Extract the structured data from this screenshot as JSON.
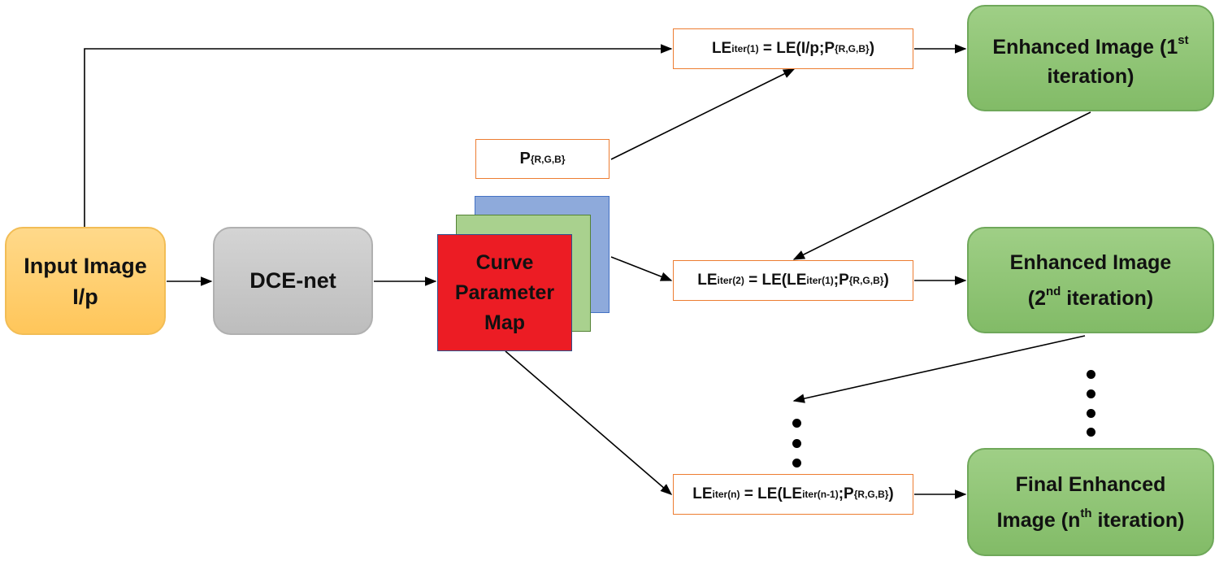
{
  "nodes": {
    "input": {
      "line1": "Input Image",
      "line2": "I/p"
    },
    "dce_net": {
      "label": "DCE-net"
    },
    "curve_map": {
      "line1": "Curve",
      "line2": "Parameter",
      "line3": "Map"
    },
    "param": {
      "base": "P",
      "sup": "{R,G,B}"
    },
    "eq_iter1": {
      "lhs": "LE",
      "lhs_sub": "iter(1)",
      "mid": " = LE(I/p;P",
      "sup": "{R,G,B}",
      "close": ")"
    },
    "eq_iter2": {
      "lhs": "LE",
      "lhs_sub": "iter(2)",
      "mid": " = LE(LE",
      "mid_sub": "iter(1)",
      "semi": ";P",
      "sup": "{R,G,B}",
      "close": ")"
    },
    "eq_itern": {
      "lhs": "LE",
      "lhs_sub": "iter(n)",
      "mid": " = LE(LE",
      "mid_sub": "iter(n-1)",
      "semi": ";P",
      "sup": "{R,G,B}",
      "close": ")"
    },
    "enh1": {
      "line1a": "Enhanced Image (1",
      "line1sup": "st",
      "line2": "iteration)"
    },
    "enh2": {
      "line1": "Enhanced Image",
      "line2a": "(2",
      "line2sup": "nd",
      "line2b": " iteration)"
    },
    "enhn": {
      "line1": "Final Enhanced",
      "line2a": "Image (n",
      "line2sup": "th",
      "line2b": " iteration)"
    }
  },
  "colors": {
    "input_fill": "#ffc65a",
    "dce_fill": "#bdbdbd",
    "enhanced_fill": "#82bb67",
    "equation_border": "#ed7d31",
    "map_red": "#ec1c24",
    "map_green": "#a9d18e",
    "map_blue": "#8eaadb",
    "arrow": "#000000"
  }
}
